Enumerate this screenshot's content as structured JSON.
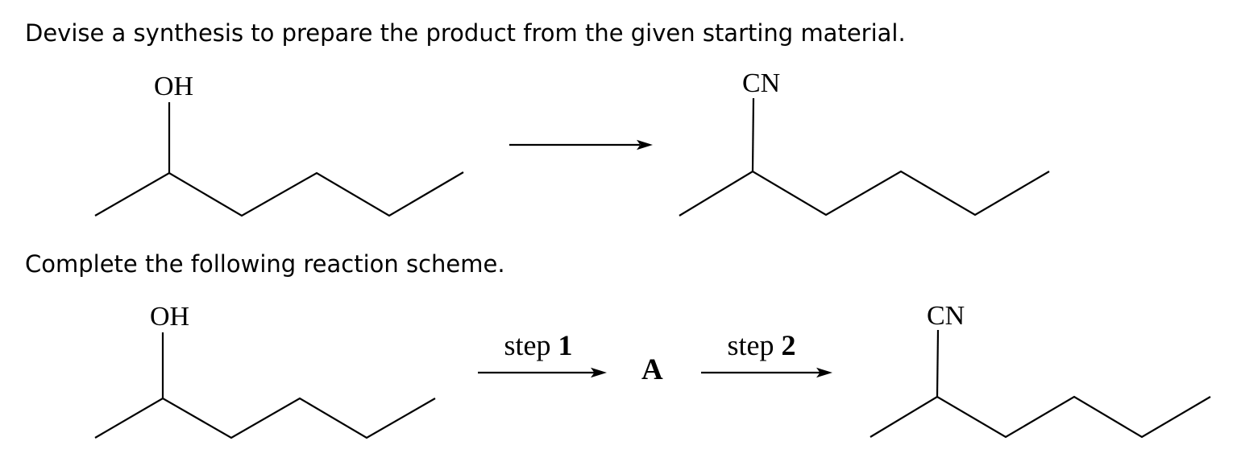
{
  "page": {
    "background": "#ffffff",
    "ink": "#000000"
  },
  "synthesis_problem": {
    "prompt": "Devise a synthesis to prepare the product from the given starting material.",
    "starting_material": {
      "substituent_label": "OH"
    },
    "product": {
      "substituent_label": "CN"
    }
  },
  "scheme_problem": {
    "prompt": "Complete the following reaction scheme.",
    "starting_material": {
      "substituent_label": "OH"
    },
    "step1": {
      "word": "step",
      "number": "1"
    },
    "intermediate": {
      "label": "A"
    },
    "step2": {
      "word": "step",
      "number": "2"
    },
    "product": {
      "substituent_label": "CN"
    }
  }
}
